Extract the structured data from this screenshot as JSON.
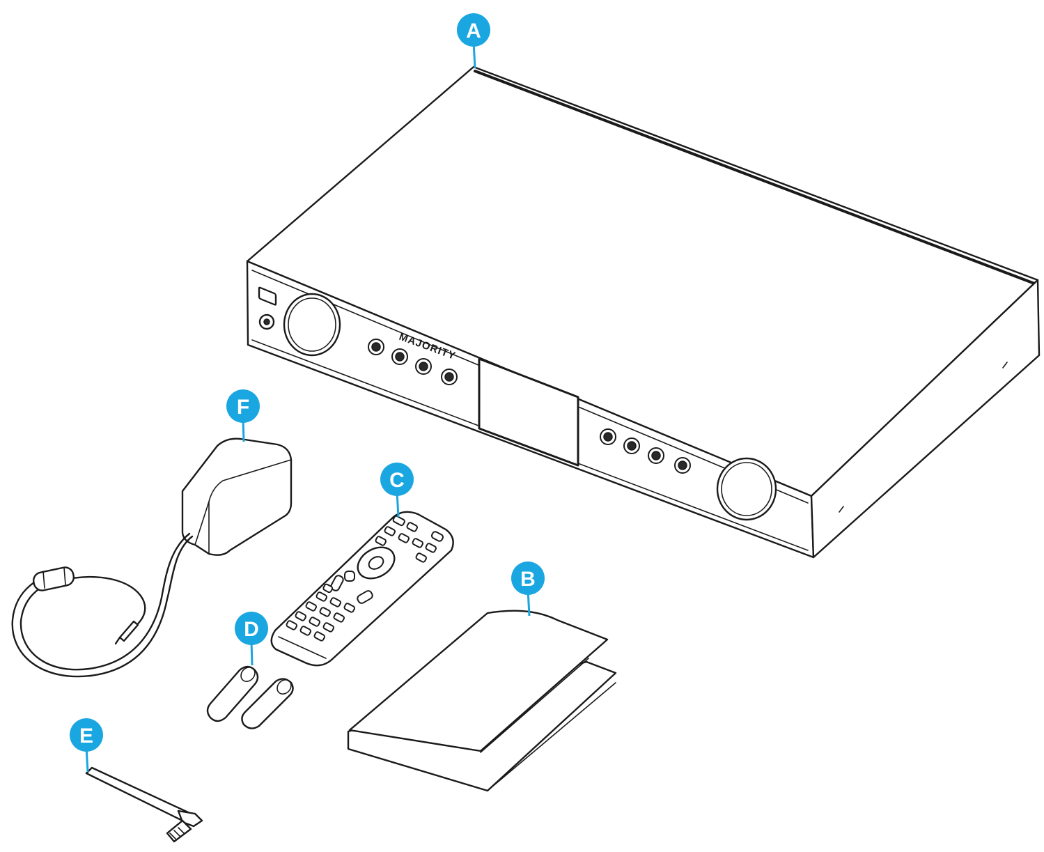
{
  "labels": {
    "a": "A",
    "b": "B",
    "c": "C",
    "d": "D",
    "e": "E",
    "f": "F"
  },
  "device": {
    "brand": "MAJORITY"
  },
  "colors": {
    "badge": "#1aa6e0",
    "line": "#1a1a1a",
    "background": "#ffffff"
  }
}
